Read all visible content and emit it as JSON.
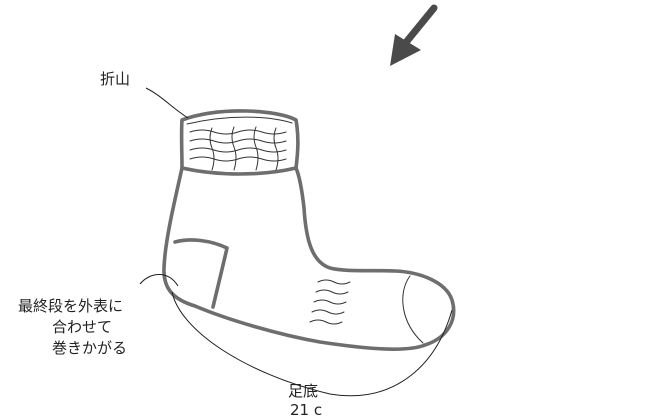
{
  "labels": {
    "fold": "折山",
    "cuff_note_line1": "最終段を外表に",
    "cuff_note_line2": "合わせて",
    "cuff_note_line3": "巻きかがる",
    "sole_title": "足底",
    "sole_measure": "21 c"
  },
  "icons": {
    "direction": "arrow-down-left-icon"
  },
  "colors": {
    "outline": "#6e6e6e",
    "ink": "#222222"
  }
}
